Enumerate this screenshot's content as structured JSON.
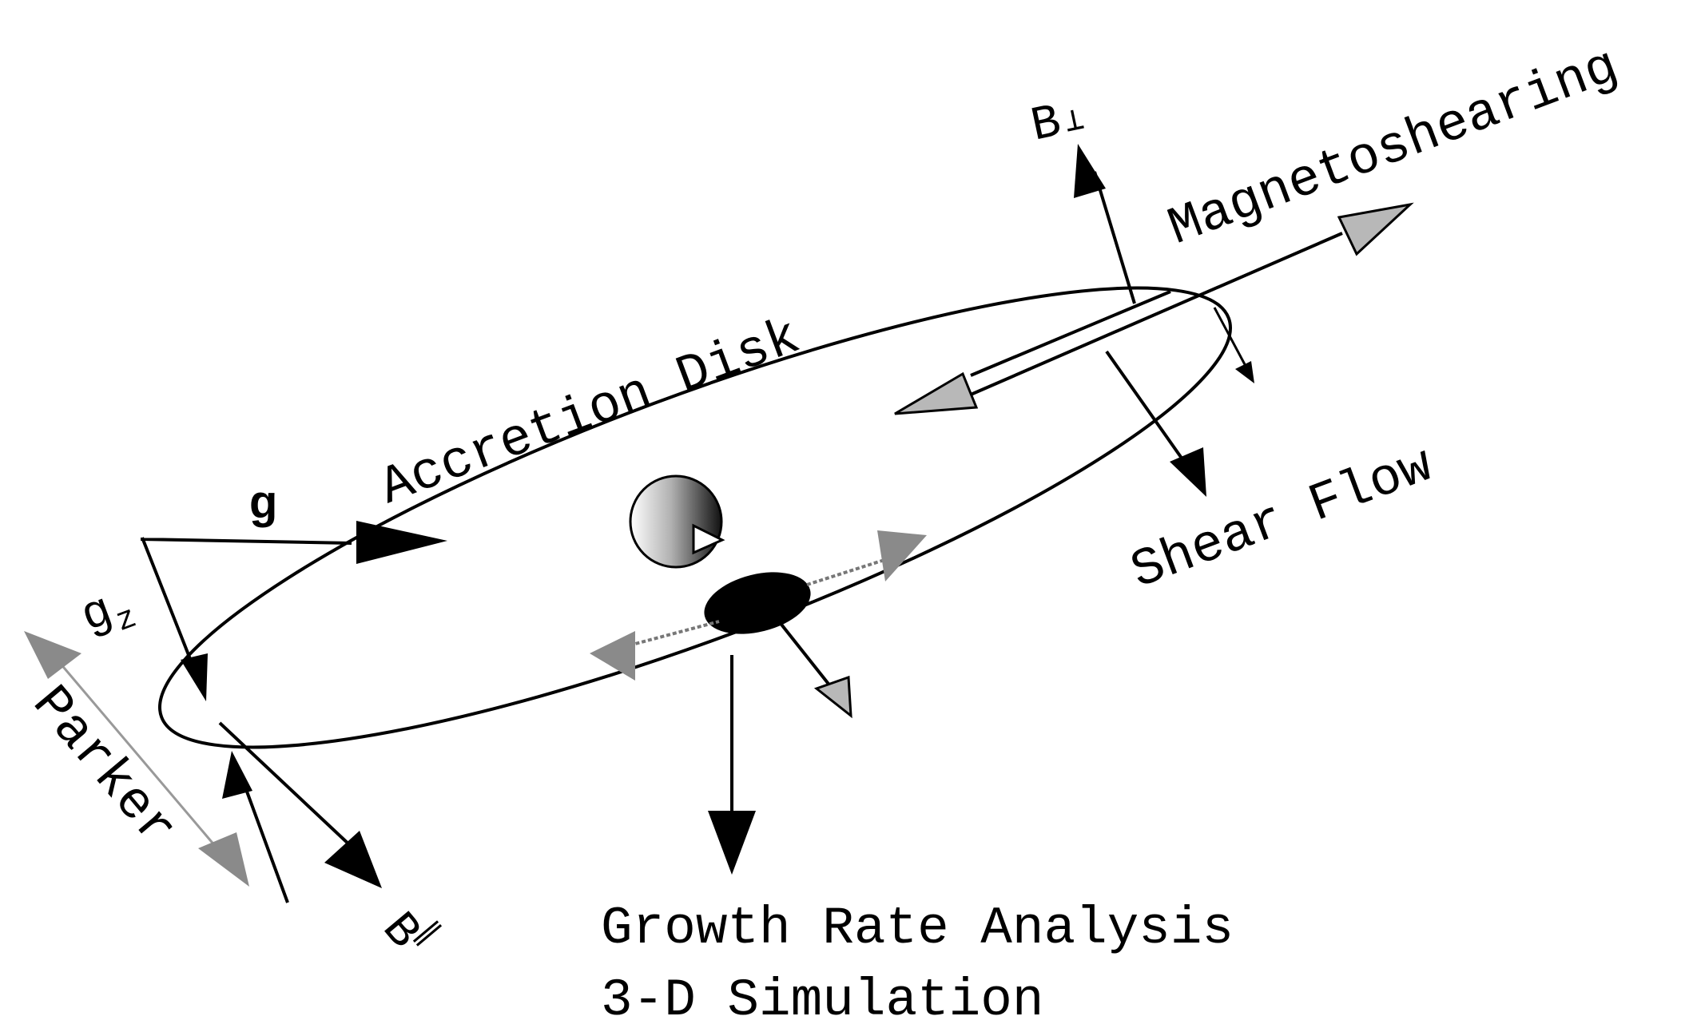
{
  "labels": {
    "magnetoshearing": "Magnetoshearing",
    "accretion_disk": "Accretion Disk",
    "shear_flow": "Shear Flow",
    "parker": "Parker",
    "g": "g",
    "g_z": "g",
    "g_z_sub": "z",
    "b_perp": "B",
    "b_perp_sym": "⊥",
    "b_par": "B",
    "b_par_sym": "∥",
    "growth_rate": "Growth Rate Analysis",
    "simulation": "3-D Simulation"
  },
  "colors": {
    "line": "#000000",
    "gray_arrow": "#b8b8b8",
    "dark_gray_arrow": "#8a8a8a",
    "background": "#ffffff"
  }
}
